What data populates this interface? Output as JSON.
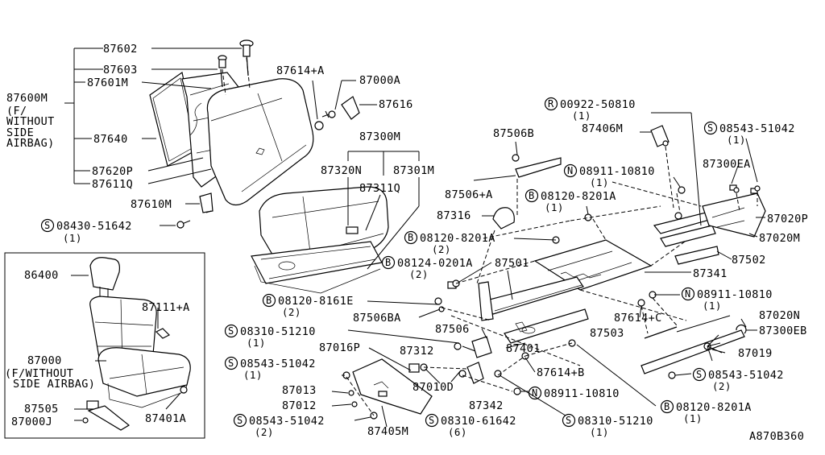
{
  "diagram_code": "A870B360",
  "parts": {
    "p87602": "87602",
    "p87603": "87603",
    "p87601M": "87601M",
    "p87600M": "87600M",
    "note_without_airbag": [
      "(F/",
      "WITHOUT",
      "SIDE",
      "AIRBAG)"
    ],
    "p87640": "87640",
    "p87620P": "87620P",
    "p87611Q": "87611Q",
    "p87610M": "87610M",
    "s08430": "08430-51642",
    "qty_1_a": "(1)",
    "p87614A": "87614+A",
    "p87000A": "87000A",
    "p87616": "87616",
    "p87300M": "87300M",
    "p87320N": "87320N",
    "p87301M": "87301M",
    "p87311Q": "87311Q",
    "p87506B": "87506B",
    "r00922": "00922-50810",
    "qty_1_b": "(1)",
    "p87406M": "87406M",
    "s08543_top": "08543-51042",
    "qty_1_c": "(1)",
    "p87300EA": "87300EA",
    "n08911_top": "08911-10810",
    "qty_1_d": "(1)",
    "p87506A": "87506+A",
    "b08120_a": "08120-8201A",
    "qty_1_e": "(1)",
    "p87020P": "87020P",
    "p87316": "87316",
    "p87020M": "87020M",
    "b08120_b": "08120-8201A",
    "qty_2_a": "(2)",
    "p87502": "87502",
    "b08124": "08124-0201A",
    "qty_2_b": "(2)",
    "p87501": "87501",
    "p87341": "87341",
    "n08911_mid": "08911-10810",
    "qty_1_f": "(1)",
    "b08120_8161": "08120-8161E",
    "qty_2_c": "(2)",
    "p87506BA": "87506BA",
    "p87614C": "87614+C",
    "p87020N": "87020N",
    "p86400": "86400",
    "p87111A": "87111+A",
    "s08310_a": "08310-51210",
    "qty_1_g": "(1)",
    "p87506": "87506",
    "p87503": "87503",
    "p87300EB": "87300EB",
    "p87016P": "87016P",
    "p87312": "87312",
    "p87401": "87401",
    "p87019": "87019",
    "p87000": "87000",
    "note_without_side": [
      "(F/WITHOUT",
      "SIDE AIRBAG)"
    ],
    "s08543_mid": "08543-51042",
    "qty_1_h": "(1)",
    "p87614B": "87614+B",
    "s08543_right": "08543-51042",
    "qty_2_d": "(2)",
    "p87013": "87013",
    "p87010D": "87010D",
    "n08911_bot": "08911-10810",
    "p87012": "87012",
    "p87342": "87342",
    "b08120_c": "08120-8201A",
    "qty_1_i": "(1)",
    "p87505": "87505",
    "p87000J": "87000J",
    "p87401A": "87401A",
    "s08543_bot": "08543-51042",
    "qty_2_e": "(2)",
    "p87405M": "87405M",
    "s08310_61642": "08310-61642",
    "qty_6": "(6)",
    "s08310_b": "08310-51210",
    "qty_1_j": "(1)"
  },
  "prefix_symbols": {
    "screw": "S",
    "bolt": "B",
    "nut": "N",
    "rivet": "R"
  }
}
